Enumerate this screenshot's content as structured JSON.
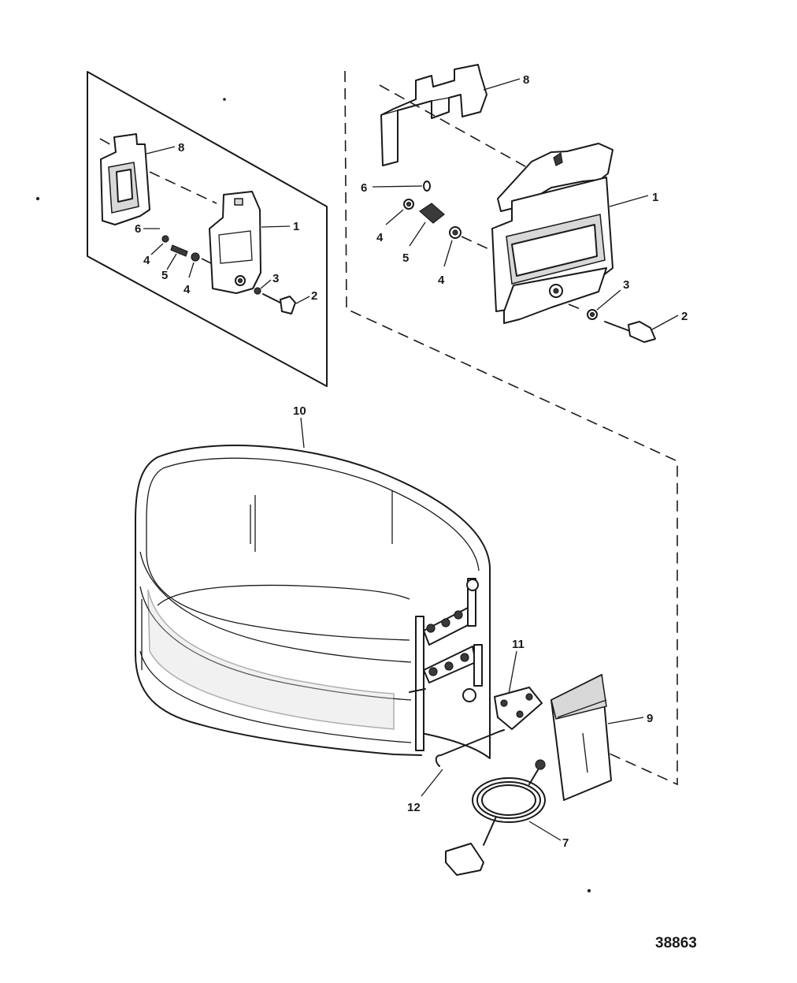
{
  "figure_number": "38863",
  "callouts": {
    "left_inset": {
      "p8": "8",
      "p6": "6",
      "p1": "1",
      "p4a": "4",
      "p5": "5",
      "p4b": "4",
      "p3": "3",
      "p2": "2"
    },
    "right_detail": {
      "p8": "8",
      "p6": "6",
      "p1": "1",
      "p4a": "4",
      "p5": "5",
      "p4b": "4",
      "p3": "3",
      "p2": "2"
    },
    "bottom": {
      "p10": "10",
      "p11": "11",
      "p9": "9",
      "p12": "12",
      "p7": "7"
    }
  }
}
